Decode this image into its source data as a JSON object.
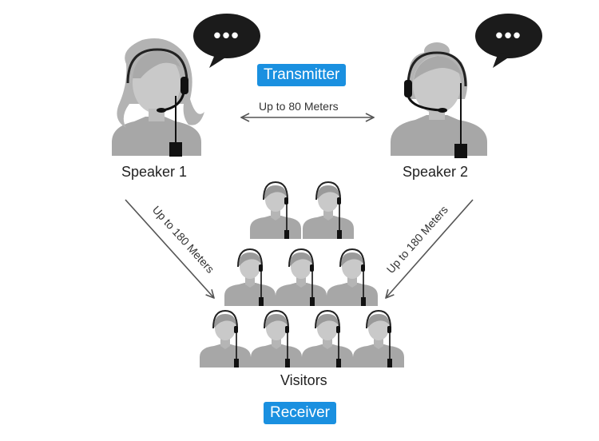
{
  "speakers": [
    {
      "label": "Speaker 1",
      "bubble_text": "•••"
    },
    {
      "label": "Speaker 2",
      "bubble_text": "•••"
    }
  ],
  "transmitter_label": "Transmitter",
  "receiver_label": "Receiver",
  "visitors_label": "Visitors",
  "distances": {
    "speaker_to_speaker": "Up to 80 Meters",
    "speaker1_to_visitors": "Up to 180 Meters",
    "speaker2_to_visitors": "Up to 180 Meters"
  },
  "colors": {
    "badge": "#1a90e0",
    "figure": "#a7a7a7",
    "face": "#c9c9c9",
    "hair": "#b3b3b3",
    "bubble": "#1b1b1b"
  },
  "visitor_rows": [
    2,
    3,
    4
  ]
}
